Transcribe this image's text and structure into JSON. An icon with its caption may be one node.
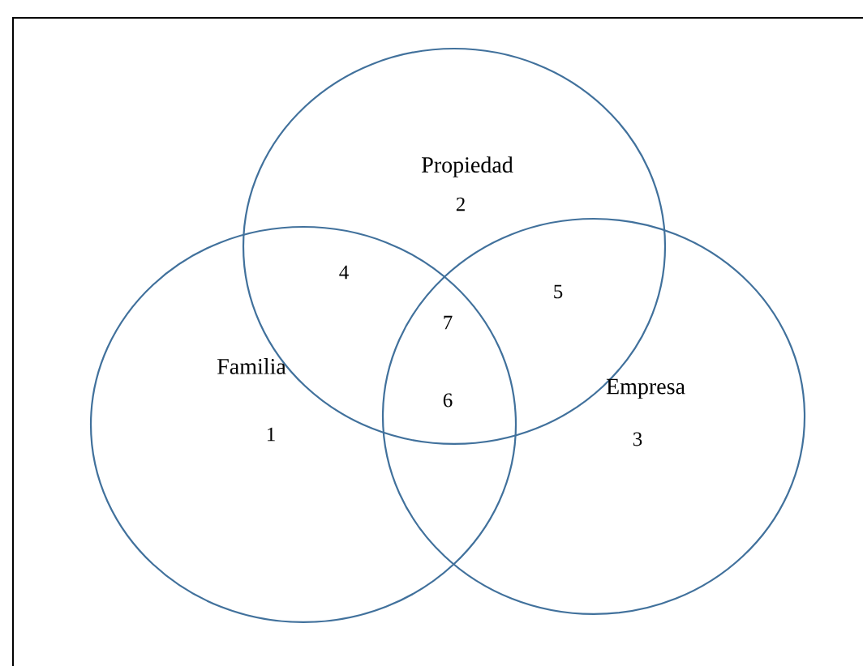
{
  "diagram": {
    "nodes": [
      {
        "text": [
          "Propiedad",
          "2"
        ]
      },
      {
        "text": [
          "Familia",
          "1"
        ]
      },
      {
        "text": [
          "Empresa",
          "3"
        ]
      }
    ],
    "labels": [
      "4",
      "5",
      "7",
      "6"
    ]
  }
}
